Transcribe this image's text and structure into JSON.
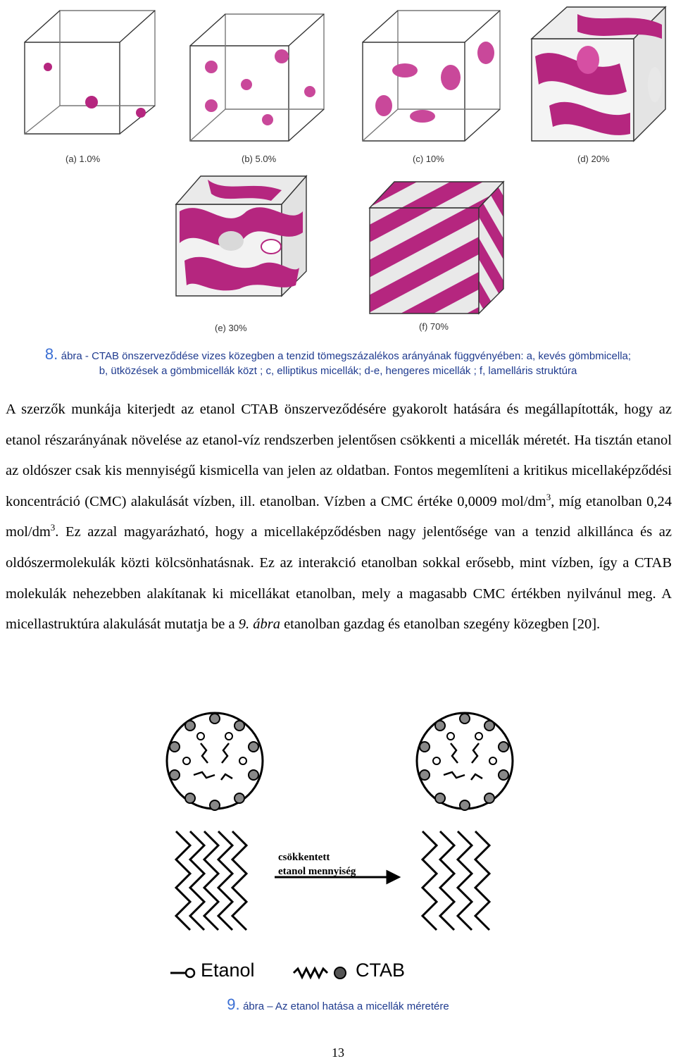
{
  "figure8": {
    "panels": [
      {
        "label": "(a) 1.0%"
      },
      {
        "label": "(b) 5.0%"
      },
      {
        "label": "(c) 10%"
      },
      {
        "label": "(d) 20%"
      },
      {
        "label": "(e) 30%"
      },
      {
        "label": "(f) 70%"
      }
    ],
    "caption_number": "8.",
    "caption_line1": "ábra - CTAB önszerveződése vizes közegben a tenzid tömegszázalékos arányának függvényében: a, kevés gömbmicella;",
    "caption_line2": "b, ütközések a gömbmicellák közt ; c, elliptikus micellák; d-e, hengeres micellák ; f, lamelláris struktúra",
    "colors": {
      "micelle": "#b5267f",
      "micelle_light": "#d64fa3",
      "surface_white": "#e8e8e8",
      "caption_blue": "#1f3b8f"
    }
  },
  "body": {
    "p1": "A szerzők munkája kiterjedt az etanol CTAB önszerveződésére gyakorolt hatására és megállapították, hogy az etanol részarányának növelése az etanol-víz rendszerben jelentősen csökkenti a micellák méretét. Ha tisztán etanol az oldószer csak kis mennyiségű kismicella van jelen az oldatban. Fontos megemlíteni a kritikus micellaképződési koncentráció (CMC) alakulását vízben, ill. etanolban. Vízben a CMC értéke 0,0009 mol/dm",
    "sup1": "3",
    "p2": ", míg etanolban 0,24 mol/dm",
    "sup2": "3",
    "p3": ". Ez azzal magyarázható, hogy a micellaképződésben nagy jelentősége van a tenzid alkillánca és az oldószermolekulák közti kölcsönhatásnak. Ez az interakció etanolban sokkal erősebb, mint vízben, így a CTAB molekulák nehezebben alakítanak ki micellákat etanolban, mely a magasabb CMC értékben nyilvánul meg. A micellastruktúra alakulását mutatja be a ",
    "ref": "9. ábra",
    "p4": " etanolban gazdag és etanolban szegény közegben [20]."
  },
  "figure9": {
    "arrow_label_line1": "csökkentett",
    "arrow_label_line2": "etanol mennyiség",
    "legend_etanol": "Etanol",
    "legend_ctab": "CTAB",
    "caption_number": "9.",
    "caption_text": "ábra – Az etanol hatása a micellák méretére"
  },
  "page_number": "13"
}
